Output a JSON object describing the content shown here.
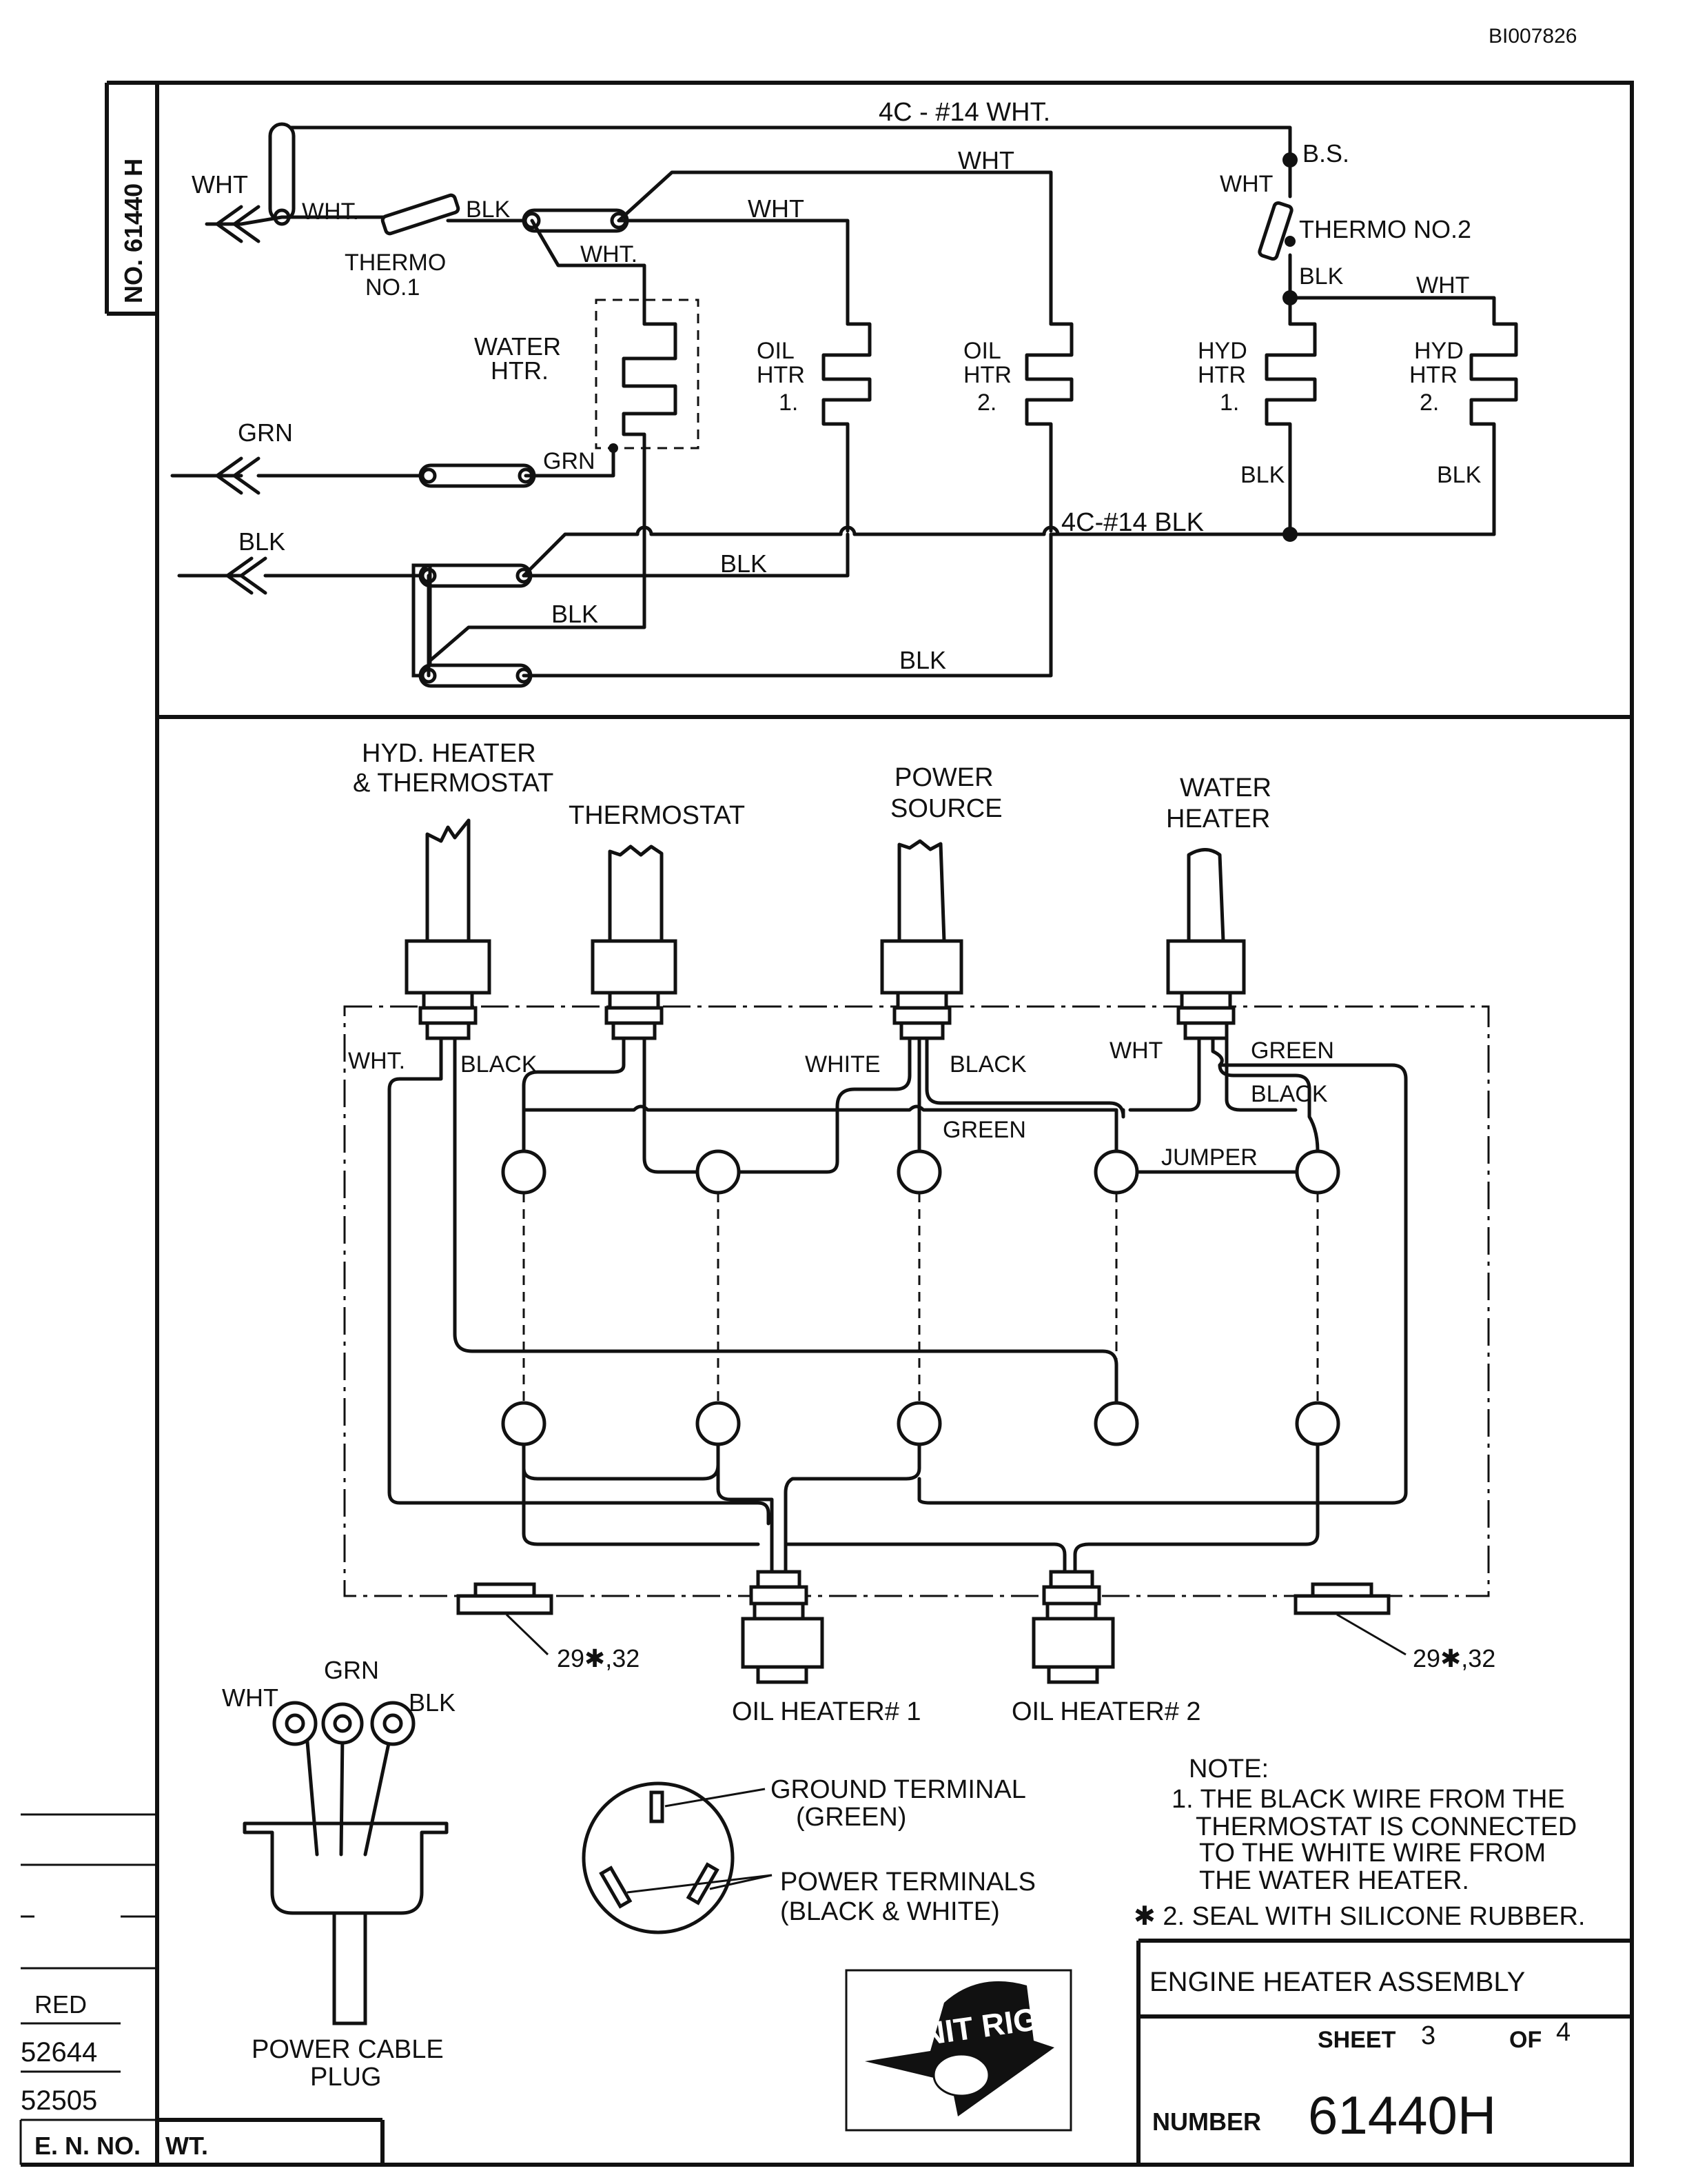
{
  "doc_code": "BI007826",
  "side_number": "NO. 61440 H",
  "schematic": {
    "top_wire": "4C - #14 WHT.",
    "in_wht": "WHT",
    "in_grn": "GRN",
    "in_blk": "BLK",
    "wht_after_plug": "WHT.",
    "thermo1": [
      "THERMO",
      "NO.1"
    ],
    "blk_after_thermo": "BLK",
    "wht_to_water": "WHT.",
    "wht_top_right": "WHT",
    "wht_to_oil1": "WHT",
    "grn_water": "GRN",
    "water_htr": [
      "WATER",
      "HTR."
    ],
    "oil_htr_1": [
      "OIL",
      "HTR",
      "1."
    ],
    "oil_htr_2": [
      "OIL",
      "HTR",
      "2."
    ],
    "bs": "B.S.",
    "wht_bs": "WHT",
    "thermo2": "THERMO NO.2",
    "blk_thermo2": "BLK",
    "wht_hyd2": "WHT",
    "hyd_htr_1": [
      "HYD",
      "HTR",
      "1."
    ],
    "hyd_htr_2": [
      "HYD",
      "HTR",
      "2."
    ],
    "blk_hyd1": "BLK",
    "blk_hyd2": "BLK",
    "bottom_wire": "4C-#14 BLK",
    "blk_mid": "BLK",
    "blk_low": "BLK",
    "blk_bottom": "BLK"
  },
  "assembly": {
    "hyd_heater": [
      "HYD. HEATER",
      "& THERMOSTAT"
    ],
    "thermostat": "THERMOSTAT",
    "power_source": [
      "POWER",
      "SOURCE"
    ],
    "water_heater": [
      "WATER",
      "HEATER"
    ],
    "wht_left": "WHT.",
    "black_left": "BLACK",
    "white_mid": "WHITE",
    "black_mid": "BLACK",
    "green_mid": "GREEN",
    "wht_right": "WHT",
    "green_right": "GREEN",
    "black_right": "BLACK",
    "jumper": "JUMPER",
    "ref_left": "29✱,32",
    "ref_right": "29✱,32",
    "oil_heater_1": "OIL HEATER# 1",
    "oil_heater_2": "OIL HEATER# 2"
  },
  "plug": {
    "wht": "WHT",
    "grn": "GRN",
    "blk": "BLK",
    "caption": [
      "POWER CABLE",
      "PLUG"
    ]
  },
  "receptacle": {
    "ground": [
      "GROUND TERMINAL",
      "(GREEN)"
    ],
    "power": [
      "POWER TERMINALS",
      "(BLACK & WHITE)"
    ]
  },
  "note": {
    "title": "NOTE:",
    "lines": [
      "1. THE BLACK WIRE FROM THE",
      "THERMOSTAT IS CONNECTED",
      "TO THE WHITE WIRE FROM",
      "THE WATER HEATER.",
      "✱ 2. SEAL WITH SILICONE RUBBER."
    ]
  },
  "title_block": {
    "title": "ENGINE HEATER ASSEMBLY",
    "sheet_label": "SHEET",
    "sheet": "3",
    "of_label": "OF",
    "of": "4",
    "number_label": "NUMBER",
    "number": "61440H",
    "logo": "UNIT RIG"
  },
  "revisions": {
    "red": "RED",
    "en1": "52644",
    "en2": "52505",
    "en_label": "E. N. NO.",
    "wt_label": "WT."
  }
}
